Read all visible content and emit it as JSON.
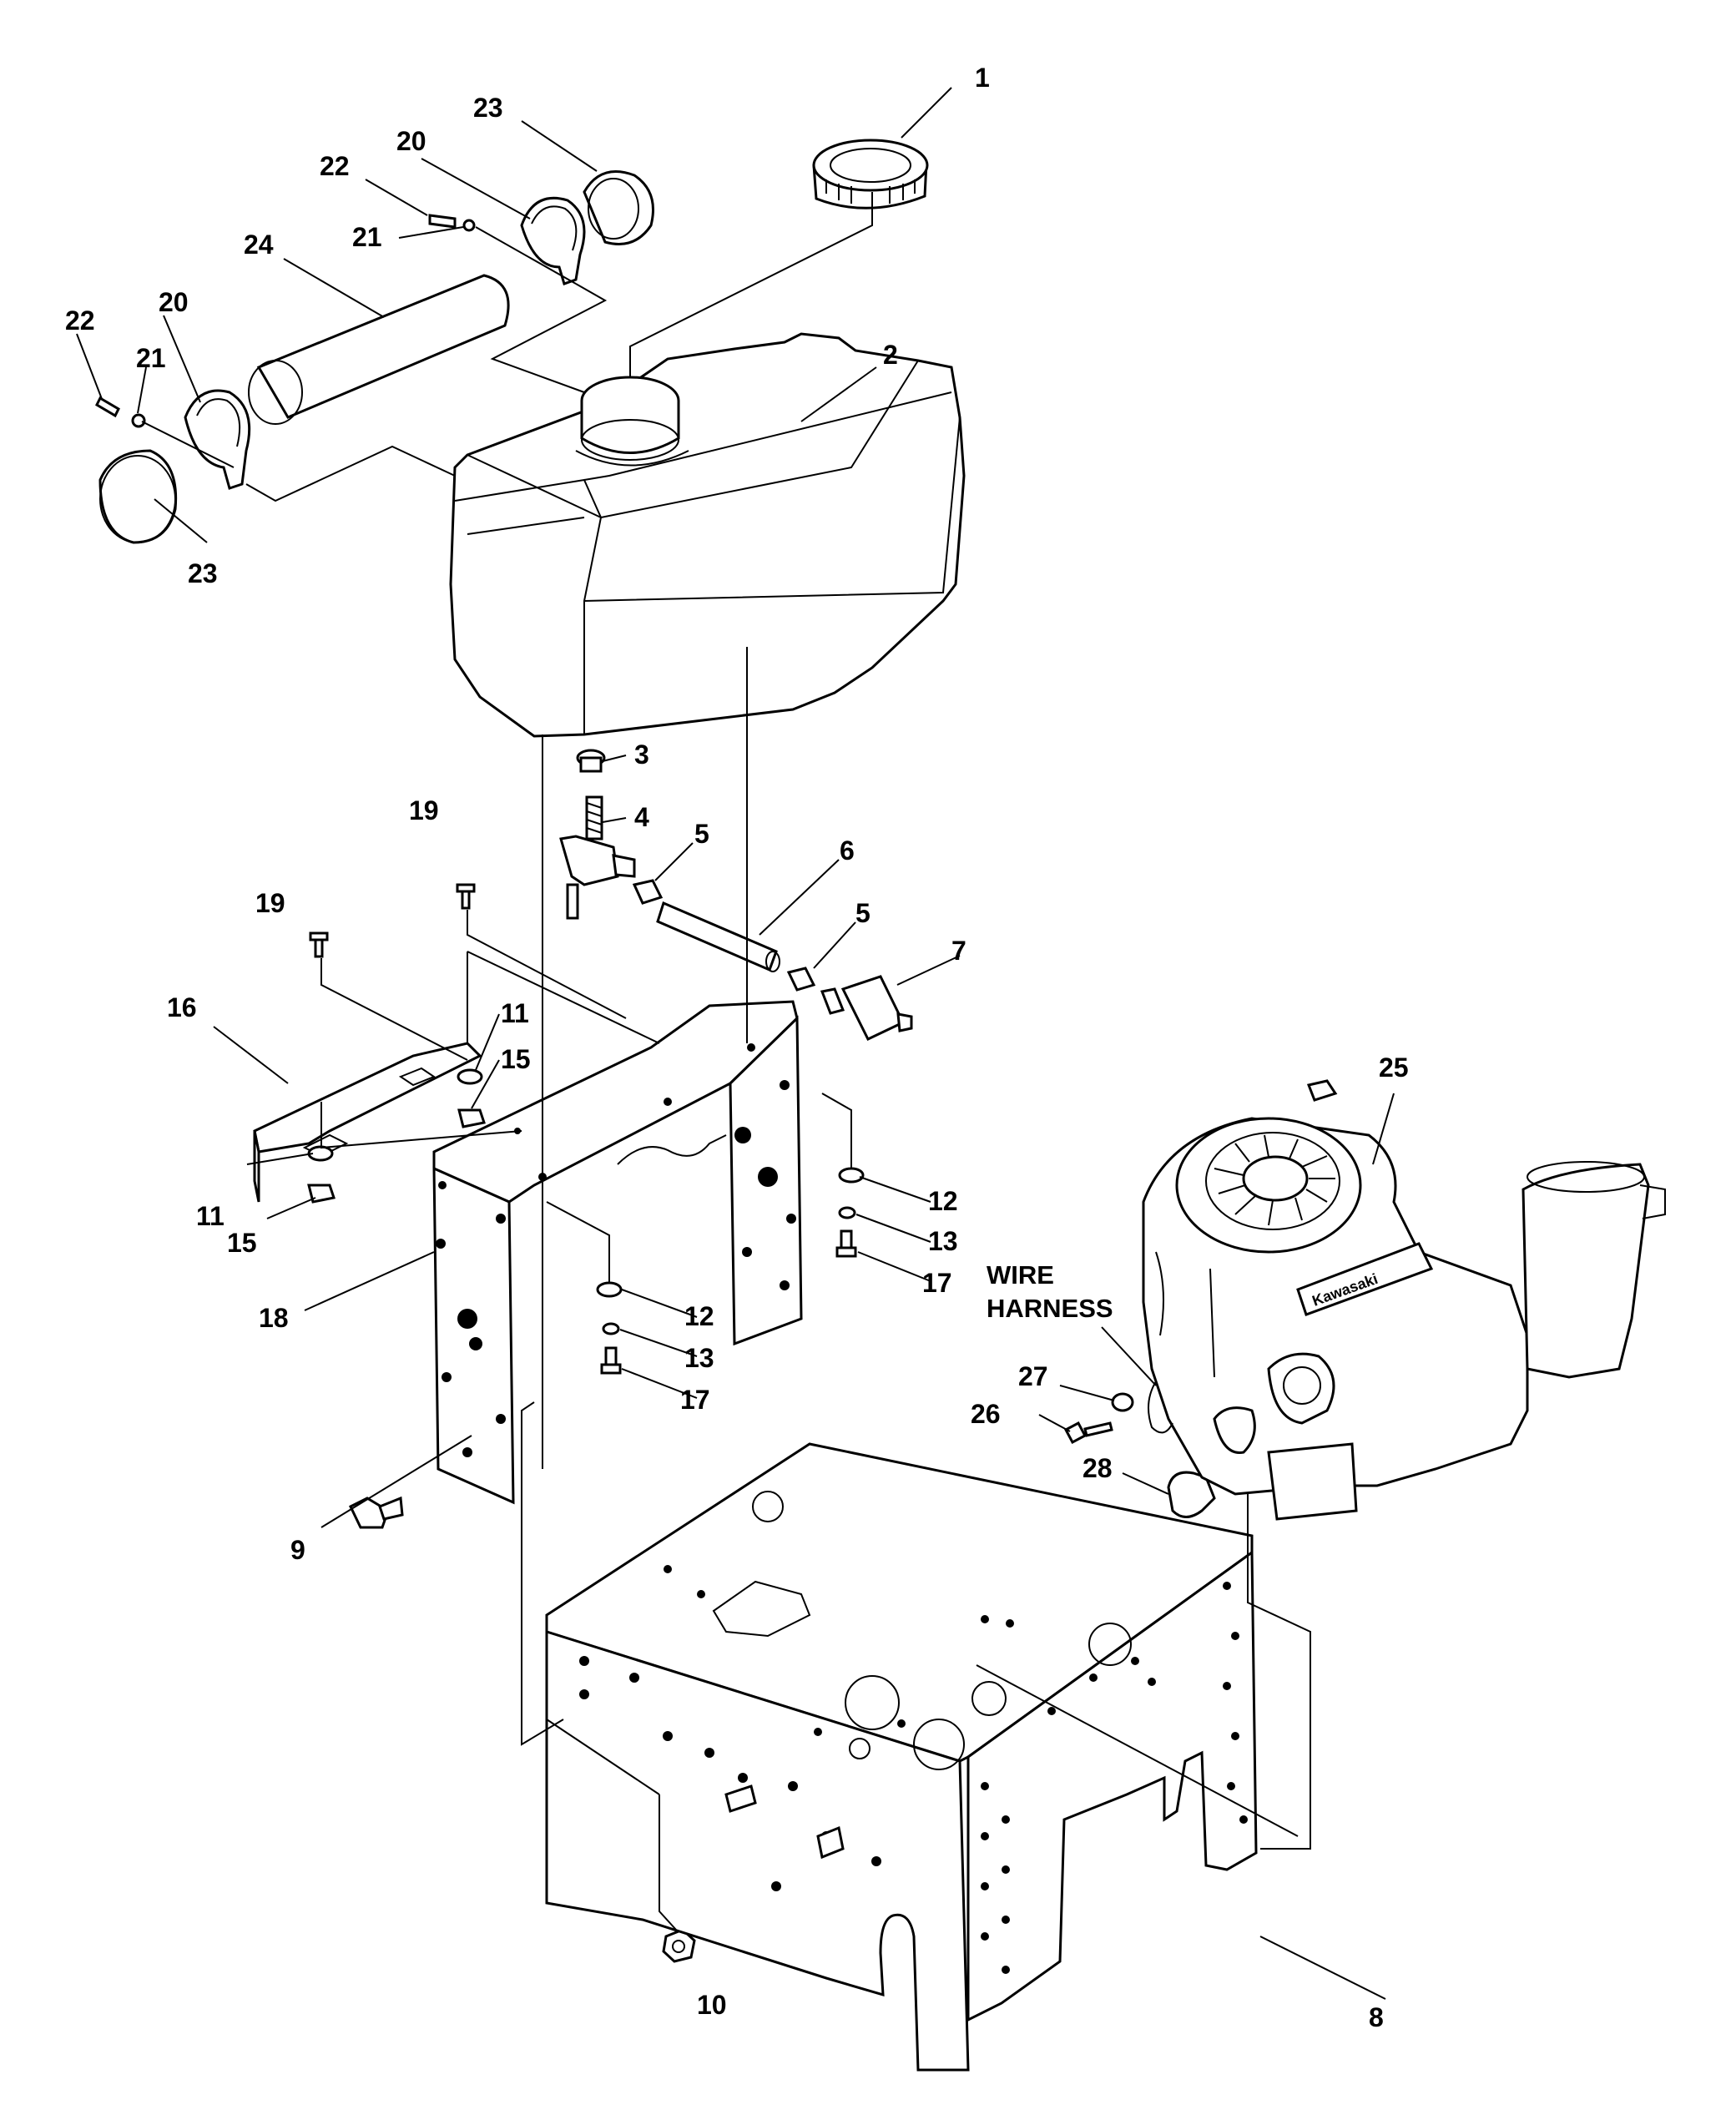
{
  "labels": {
    "l1": "1",
    "l2": "2",
    "l3": "3",
    "l4": "4",
    "l5a": "5",
    "l5b": "5",
    "l6": "6",
    "l7": "7",
    "l8": "8",
    "l9": "9",
    "l10": "10",
    "l11a": "11",
    "l11b": "11",
    "l12a": "12",
    "l12b": "12",
    "l13a": "13",
    "l13b": "13",
    "l15a": "15",
    "l15b": "15",
    "l16": "16",
    "l17a": "17",
    "l17b": "17",
    "l18": "18",
    "l19a": "19",
    "l19b": "19",
    "l20a": "20",
    "l20b": "20",
    "l21a": "21",
    "l21b": "21",
    "l22a": "22",
    "l22b": "22",
    "l23a": "23",
    "l23b": "23",
    "l24": "24",
    "l25": "25",
    "l26": "26",
    "l27": "27",
    "l28": "28",
    "wire_harness_line1": "WIRE",
    "wire_harness_line2": "HARNESS"
  },
  "engine_badge": "Kawasaki"
}
